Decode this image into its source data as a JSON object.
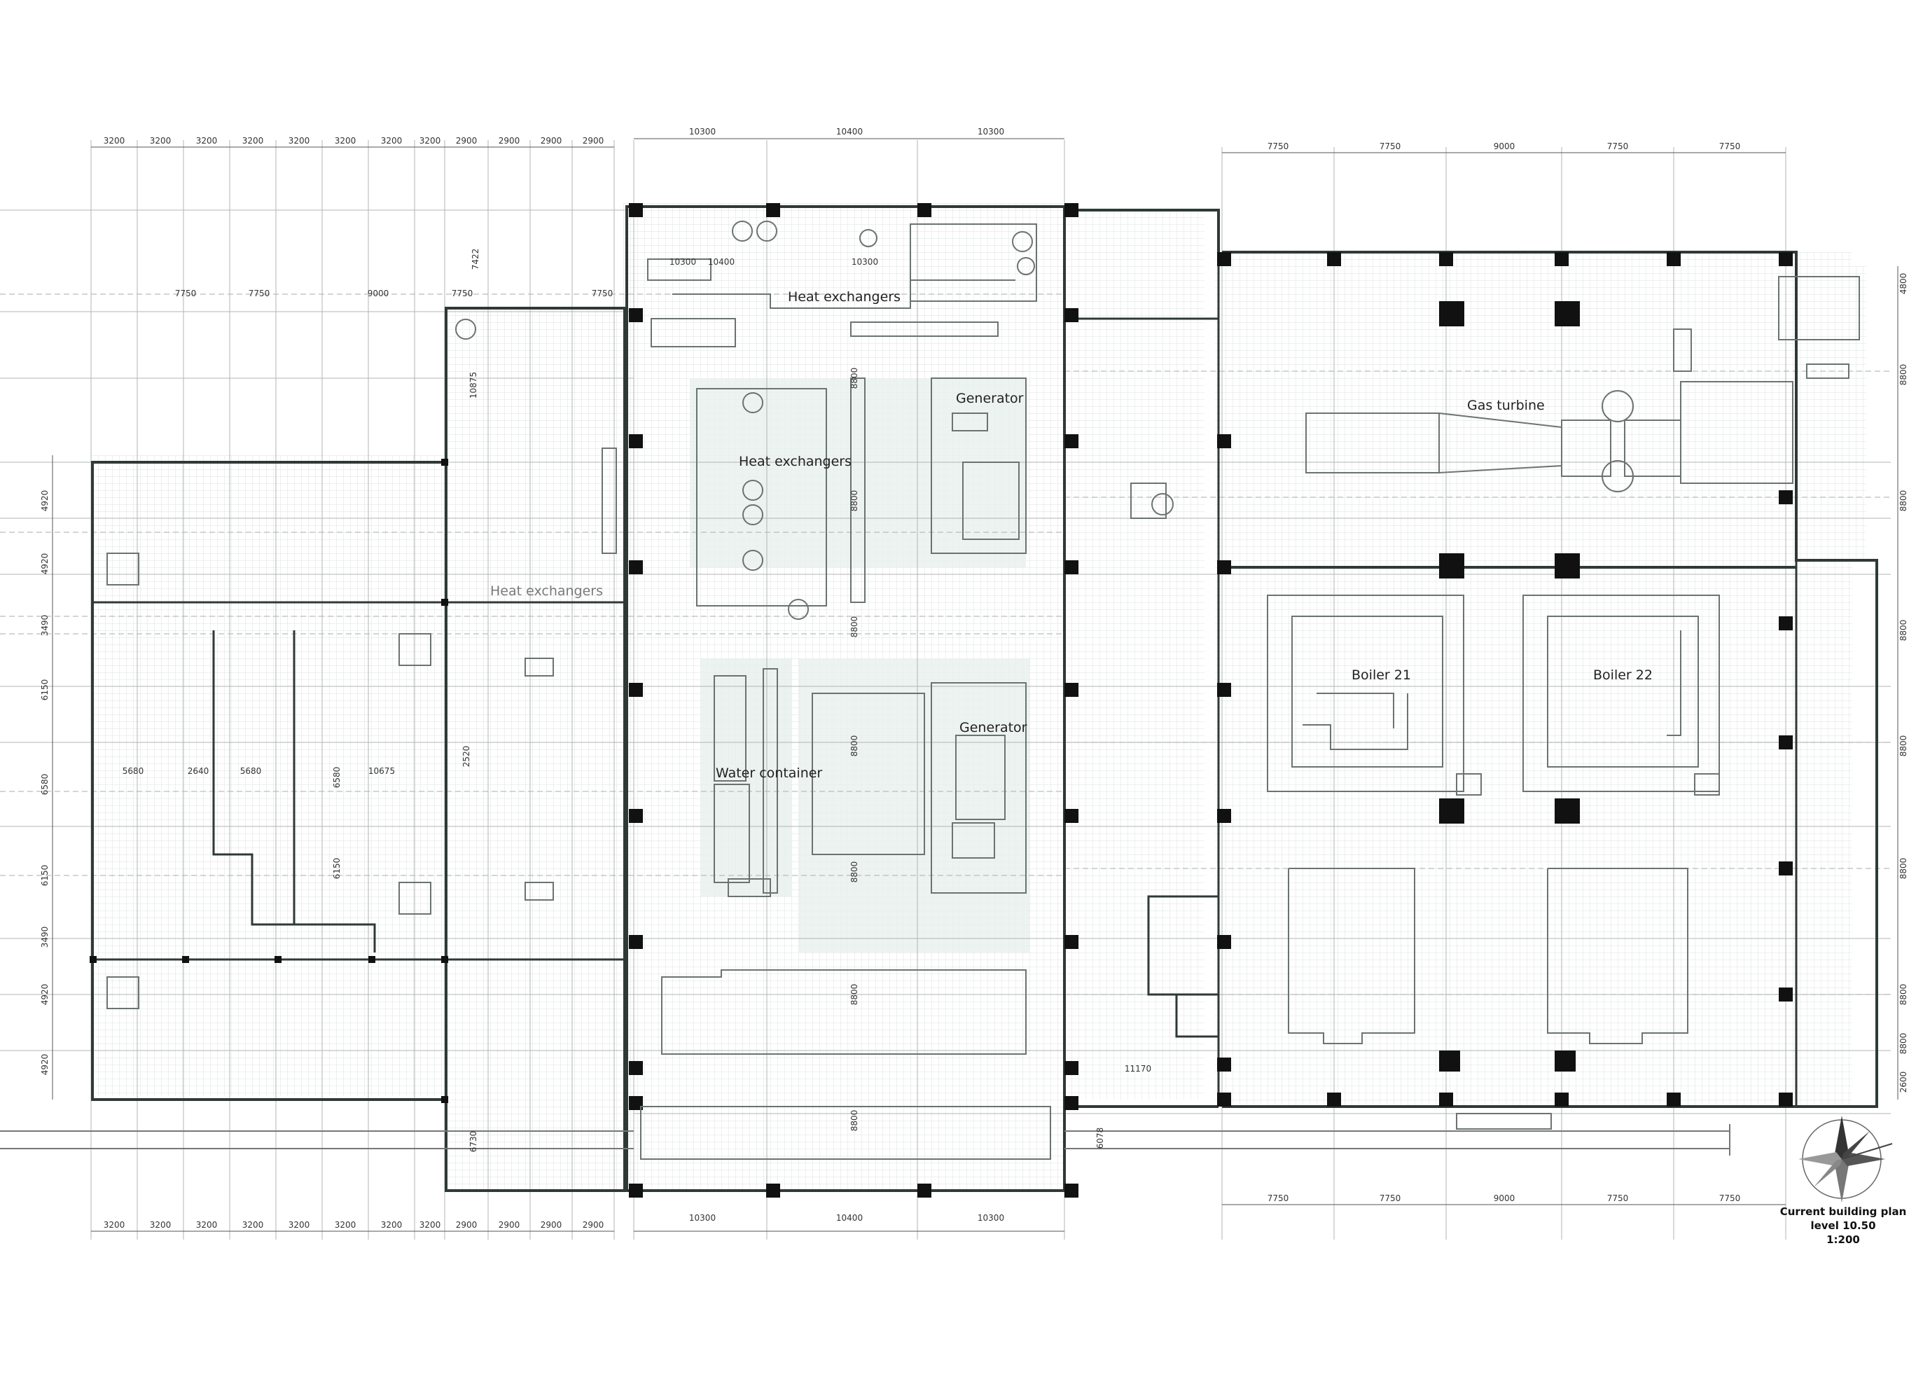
{
  "dimensions": {
    "top_left": [
      "3200",
      "3200",
      "3200",
      "3200",
      "3200",
      "3200",
      "3200",
      "3200",
      "2900",
      "2900",
      "2900",
      "2900"
    ],
    "top_mid": [
      "10300",
      "10400",
      "10300"
    ],
    "top_right": [
      "7750",
      "7750",
      "9000",
      "7750",
      "7750"
    ],
    "bottom_left": [
      "3200",
      "3200",
      "3200",
      "3200",
      "3200",
      "3200",
      "3200",
      "3200",
      "2900",
      "2900",
      "2900",
      "2900"
    ],
    "bottom_mid": [
      "10300",
      "10400",
      "10300"
    ],
    "bottom_right": [
      "7750",
      "7750",
      "9000",
      "7750",
      "7750"
    ],
    "left_side": [
      "4920",
      "4920",
      "3490",
      "6150",
      "6580",
      "6150",
      "3490",
      "4920",
      "4920"
    ],
    "right_side": [
      "4800",
      "8800",
      "8800",
      "8800",
      "8800",
      "8800",
      "8800",
      "8800",
      "2600"
    ],
    "middle_vertical": [
      "8800",
      "8800",
      "8800",
      "8800",
      "8800",
      "8800",
      "8800"
    ],
    "inner_labels": [
      "5680",
      "2640",
      "5680",
      "6580",
      "10675",
      "6150",
      "2520",
      "11170",
      "6078",
      "10875",
      "7422",
      "6730",
      "10300",
      "10400",
      "10300",
      "7750",
      "7750",
      "9000",
      "7750",
      "7750"
    ]
  },
  "rooms": {
    "heat_exchangers_top": "Heat exchangers",
    "heat_exchangers_mid": "Heat exchangers",
    "heat_exchangers_left": "Heat exchangers",
    "generator_top": "Generator",
    "generator_bottom": "Generator",
    "water_container": "Water container",
    "gas_turbine": "Gas turbine",
    "boiler_21": "Boiler 21",
    "boiler_22": "Boiler 22"
  },
  "title_block": {
    "line1": "Current building plan",
    "line2": "level 10.50",
    "line3": "1:200"
  },
  "colors": {
    "wall": "#2f3a38",
    "grid": "#b8bdbc",
    "fine_grid": "#dfe3e2",
    "equipment": "#6b7371",
    "shade": "#e8f0ed",
    "column": "#111111"
  },
  "icons": {
    "compass": "north-arrow-icon"
  }
}
